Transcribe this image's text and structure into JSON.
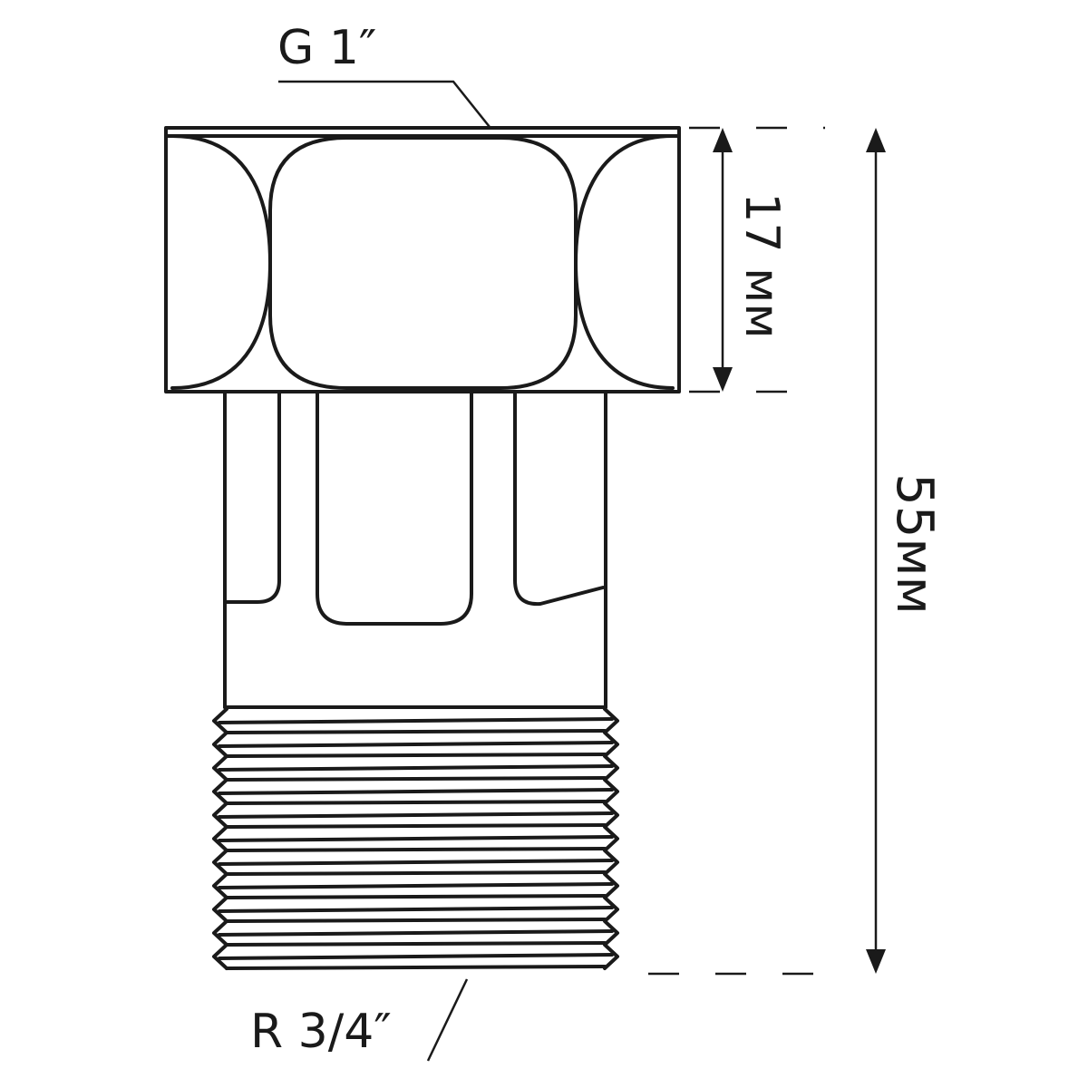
{
  "drawing": {
    "top_thread_label": "G 1″",
    "bottom_thread_label": "R 3/4″",
    "nut_height_label": "17 мм",
    "total_length_label": "55мм"
  },
  "dimensions": {
    "nut_height_mm": 17,
    "total_length_mm": 55
  },
  "colors": {
    "line": "#1a1a1a",
    "background": "#ffffff"
  }
}
